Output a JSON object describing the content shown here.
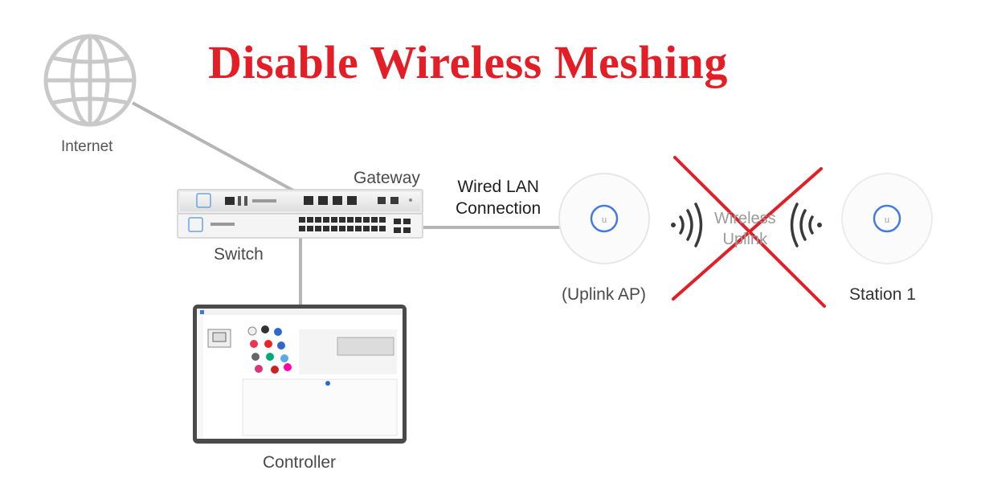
{
  "title": "Disable Wireless Meshing",
  "nodes": {
    "internet": "Internet",
    "gateway": "Gateway",
    "switch": "Switch",
    "controller": "Controller",
    "uplink_ap": "(Uplink AP)",
    "station": "Station 1"
  },
  "links": {
    "wired_line1": "Wired LAN",
    "wired_line2": "Connection",
    "wireless_line1": "Wireless",
    "wireless_line2": "Uplink"
  },
  "colors": {
    "title": "#e41e26",
    "cross": "#e41e26",
    "cable": "#b5b5b5",
    "ap_ring": "#4a78e8"
  },
  "icons": [
    "globe-icon",
    "gateway-device-icon",
    "switch-device-icon",
    "laptop-controller-icon",
    "access-point-icon",
    "wireless-signal-icon"
  ]
}
